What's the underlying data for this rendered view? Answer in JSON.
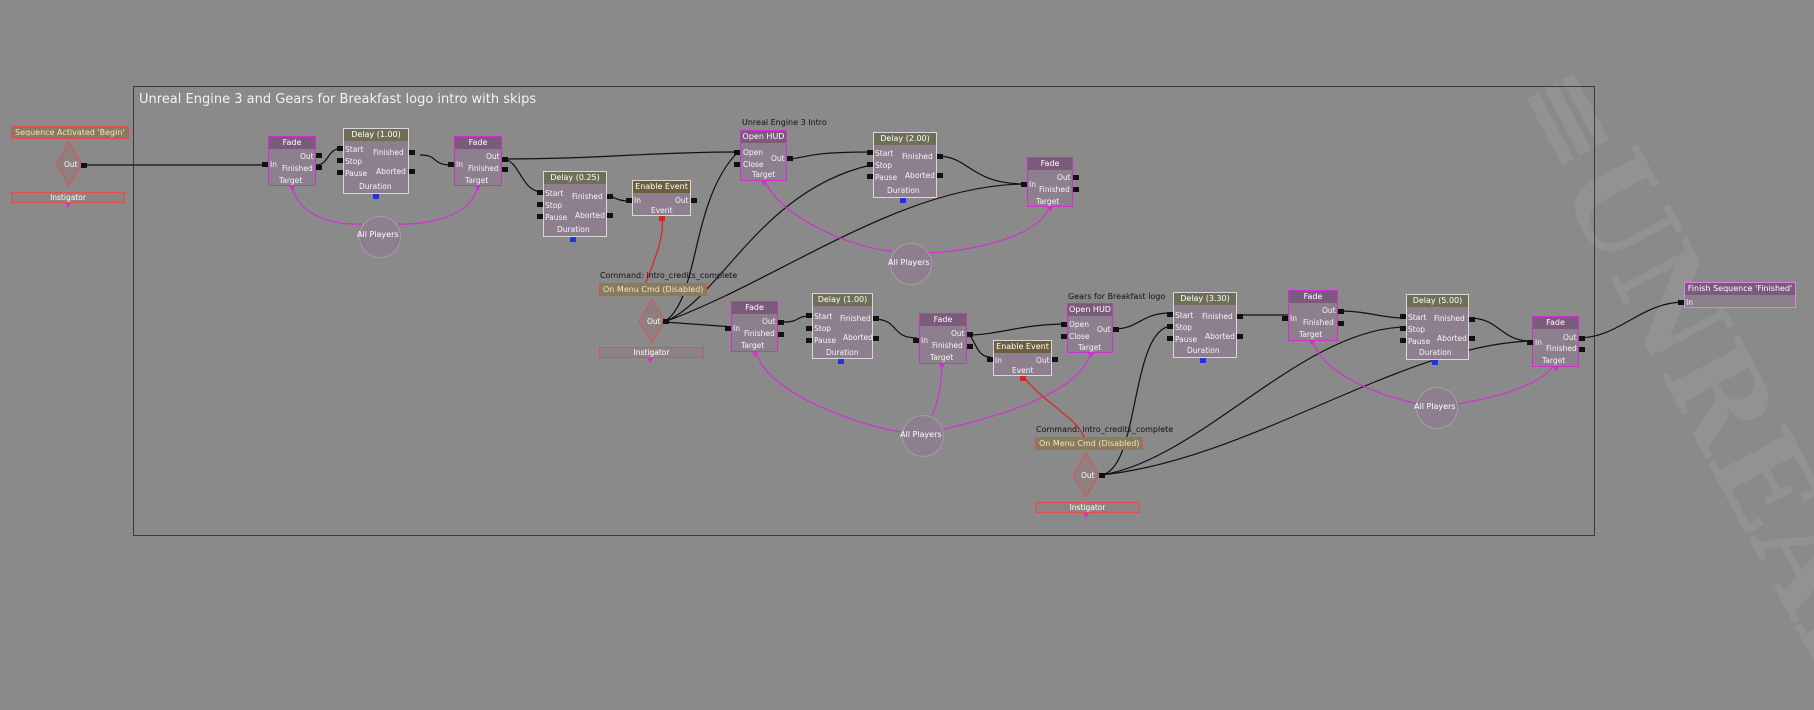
{
  "frame_title": "Unreal Engine 3 and Gears for Breakfast logo intro with skips",
  "start_event": {
    "label": "Sequence Activated 'Begin'",
    "out": "Out",
    "instigator": "Instigator"
  },
  "finish": {
    "label": "Finish Sequence 'Finished'",
    "in": "In"
  },
  "pins": {
    "in": "In",
    "out": "Out",
    "finished": "Finished",
    "target": "Target",
    "start": "Start",
    "stop": "Stop",
    "pause": "Pause",
    "aborted": "Aborted",
    "duration": "Duration",
    "open": "Open",
    "close": "Close",
    "event": "Event",
    "instigator": "Instigator"
  },
  "nodes": {
    "fade": "Fade",
    "delay_1": "Delay (1.00)",
    "delay_025": "Delay (0.25)",
    "delay_2": "Delay (2.00)",
    "delay_33": "Delay (3.30)",
    "delay_5": "Delay (5.00)",
    "open_hud": "Open HUD",
    "enable_event": "Enable Event"
  },
  "captions": {
    "ue3_intro": "Unreal Engine 3 Intro",
    "gfb_logo": "Gears for Breakfast logo",
    "command_1": "Command: intro_credits_complete",
    "command_2": "Command: intro_credits_complete"
  },
  "menu_cmd": "On Menu Cmd (Disabled)",
  "all_players": "All Players",
  "colors": {
    "background": "#8a8a8a",
    "node": "#8d7f8d",
    "target_wire": "#d230d2",
    "event_wire": "#e02020"
  }
}
